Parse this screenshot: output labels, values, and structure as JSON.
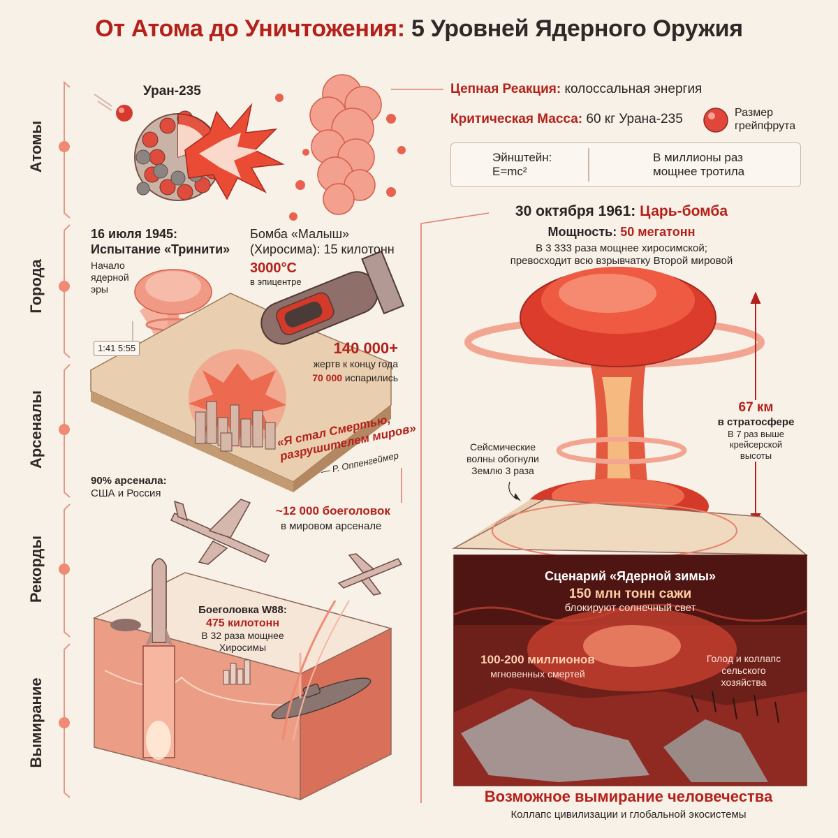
{
  "title": {
    "part1": "От Атома до Уничтожения:",
    "part2": "5 Уровней Ядерного Оружия"
  },
  "levels": [
    "Атомы",
    "Города",
    "Арсеналы",
    "Рекорды",
    "Вымирание"
  ],
  "atoms": {
    "uranium_label": "Уран-235",
    "chain_label": "Цепная Реакция:",
    "chain_text": "колоссальная энергия",
    "critical_label": "Критическая Масса:",
    "critical_text": "60 кг Урана-235",
    "size_line1": "Размер",
    "size_line2": "грейпфрута",
    "einstein_line1": "Эйнштейн:",
    "einstein_line2": "E=mc²",
    "tnt_line1": "В миллионы раз",
    "tnt_line2": "мощнее тротила"
  },
  "cities": {
    "trinity_line1": "16 июля 1945:",
    "trinity_line2": "Испытание «Тринити»",
    "era_line1": "Начало",
    "era_line2": "ядерной",
    "era_line3": "эры",
    "clock": "1:41 5:55",
    "bomb_line1": "Бомба «Малыш»",
    "bomb_line2": "(Хиросима): 15 килотонн",
    "temp": "3000°C",
    "temp_sub": "в эпицентре",
    "victims": "140 000+",
    "victims_sub": "жертв к концу года",
    "vapor_num": "70 000",
    "vapor_text": "испарились",
    "quote_line1": "«Я стал Смертью,",
    "quote_line2": "разрушителем миров»",
    "quote_author": "— Р. Оппенгеймер"
  },
  "arsenals": {
    "share_line1": "90% арсенала:",
    "share_line2": "США и Россия",
    "warheads": "~12 000 боеголовок",
    "warheads_sub": "в мировом арсенале",
    "w88_label": "Боеголовка W88:",
    "w88_value": "475 килотонн",
    "w88_sub1": "В 32 раза мощнее",
    "w88_sub2": "Хиросимы"
  },
  "records": {
    "date": "30 октября 1961:",
    "name": "Царь-бомба",
    "power_label": "Мощность:",
    "power_value": "50 мегатонн",
    "power_sub1": "В 3 333 раза мощнее хиросимской;",
    "power_sub2": "превосходит всю взрывчатку Второй мировой",
    "height": "67 км",
    "height_sub": "в стратосфере",
    "height_sub2": "В 7 раз выше",
    "height_sub3": "крейсерской",
    "height_sub4": "высоты",
    "seismic_line1": "Сейсмические",
    "seismic_line2": "волны обогнули",
    "seismic_line3": "Землю 3 раза"
  },
  "extinction": {
    "winter_title": "Сценарий «Ядерной зимы»",
    "soot": "150 млн тонн сажи",
    "soot_sub": "блокируют солнечный свет",
    "deaths": "100-200 миллионов",
    "deaths_sub": "мгновенных смертей",
    "famine_line1": "Голод и коллапс",
    "famine_line2": "сельского",
    "famine_line3": "хозяйства",
    "headline": "Возможное вымирание человечества",
    "subline": "Коллапс цивилизации и глобальной экосистемы"
  },
  "colors": {
    "accent": "#b3211b",
    "background": "#f8f1e7",
    "coral": "#e8715c",
    "dark": "#2e2828"
  },
  "icons": [
    "uranium-sphere-icon",
    "atom-icon",
    "molecule-icon",
    "mushroom-cloud-icon",
    "bomb-icon",
    "airplane-icon",
    "missile-icon",
    "submarine-icon"
  ]
}
